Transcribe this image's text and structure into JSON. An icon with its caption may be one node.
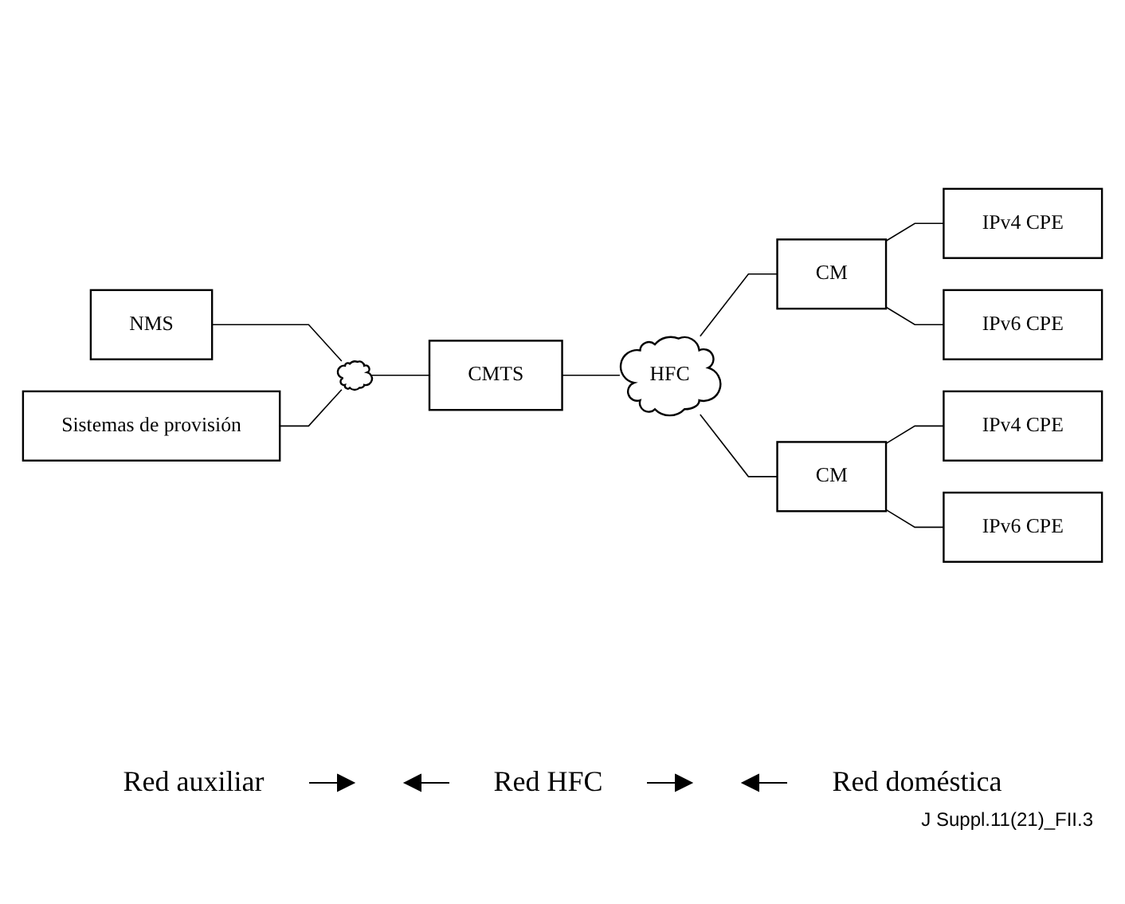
{
  "diagram": {
    "nodes": [
      {
        "text": [
          "NMS"
        ]
      },
      {
        "text": [],
        "shape": "cloud"
      },
      {
        "text": [
          "Sistemas de provisión"
        ]
      },
      {
        "text": [
          "CMTS"
        ]
      },
      {
        "text": [
          "HFC"
        ]
      },
      {
        "text": [
          "CM"
        ]
      },
      {
        "text": [
          "IPv4 CPE"
        ]
      },
      {
        "text": [
          "IPv6 CPE"
        ]
      },
      {
        "text": [
          "CM"
        ]
      },
      {
        "text": [
          "IPv4 CPE"
        ]
      },
      {
        "text": [
          "IPv6 CPE"
        ]
      }
    ],
    "edges": [
      {
        "from": 0,
        "to": 1,
        "arrow": "none"
      },
      {
        "from": 2,
        "to": 1,
        "arrow": "none"
      },
      {
        "from": 1,
        "to": 3,
        "arrow": "none"
      },
      {
        "from": 3,
        "to": 4,
        "arrow": "none"
      },
      {
        "from": 4,
        "to": 5,
        "arrow": "none"
      },
      {
        "from": 4,
        "to": 8,
        "arrow": "none"
      },
      {
        "from": 5,
        "to": 6,
        "arrow": "none"
      },
      {
        "from": 5,
        "to": 7,
        "arrow": "none"
      },
      {
        "from": 8,
        "to": 9,
        "arrow": "none"
      },
      {
        "from": 8,
        "to": 10,
        "arrow": "none"
      }
    ],
    "labels": [
      "Red auxiliar",
      "Red HFC",
      "Red doméstica",
      "J Suppl.11(21)_FII.3"
    ]
  }
}
